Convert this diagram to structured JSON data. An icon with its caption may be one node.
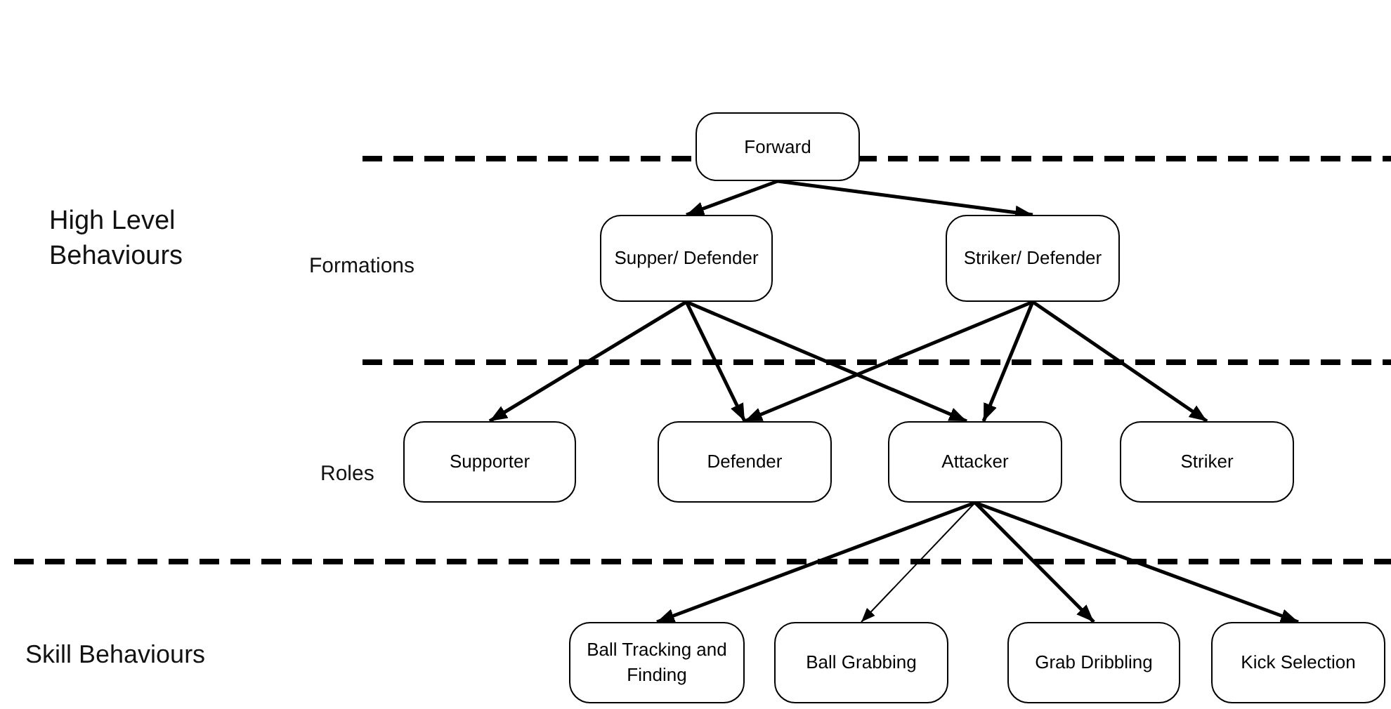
{
  "diagram": {
    "nodes": [
      {
        "text": [
          "Forward"
        ]
      },
      {
        "text": [
          "Supper/ Defender"
        ]
      },
      {
        "text": [
          "Striker/ Defender"
        ]
      },
      {
        "text": [
          "Supporter"
        ]
      },
      {
        "text": [
          "Defender"
        ]
      },
      {
        "text": [
          "Attacker"
        ]
      },
      {
        "text": [
          "Striker"
        ]
      },
      {
        "text": [
          "Ball Tracking and Finding"
        ]
      },
      {
        "text": [
          "Ball Grabbing"
        ]
      },
      {
        "text": [
          "Grab Dribbling"
        ]
      },
      {
        "text": [
          "Kick Selection"
        ]
      }
    ],
    "edges": [
      {
        "from": 0,
        "to": 1,
        "arrow": "to"
      },
      {
        "from": 0,
        "to": 2,
        "arrow": "to"
      },
      {
        "from": 1,
        "to": 3,
        "arrow": "to"
      },
      {
        "from": 1,
        "to": 4,
        "arrow": "to"
      },
      {
        "from": 1,
        "to": 5,
        "arrow": "to"
      },
      {
        "from": 2,
        "to": 4,
        "arrow": "to"
      },
      {
        "from": 2,
        "to": 5,
        "arrow": "to"
      },
      {
        "from": 2,
        "to": 6,
        "arrow": "to"
      },
      {
        "from": 5,
        "to": 7,
        "arrow": "to"
      },
      {
        "from": 5,
        "to": 8,
        "arrow": "to"
      },
      {
        "from": 5,
        "to": 9,
        "arrow": "to"
      },
      {
        "from": 5,
        "to": 10,
        "arrow": "to"
      }
    ],
    "labels": [
      "High Level Behaviours",
      "Formations",
      "Roles",
      "Skill Behaviours"
    ]
  }
}
